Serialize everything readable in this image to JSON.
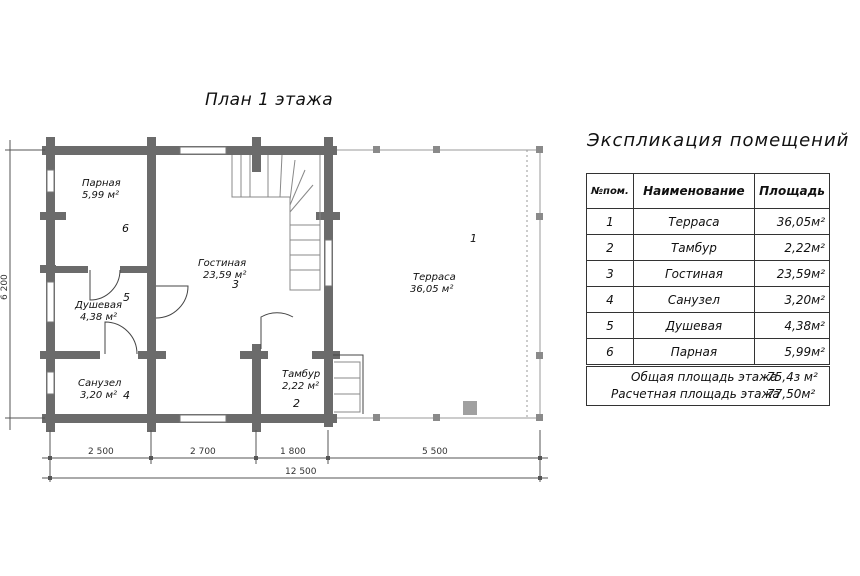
{
  "plan_title": "План 1 этажа",
  "explication": {
    "title": "Экспликация помещений",
    "headers": {
      "num": "№пом.",
      "name": "Наименование",
      "area": "Площадь"
    },
    "rows": [
      {
        "num": "1",
        "name": "Терраса",
        "area": "36,05м²"
      },
      {
        "num": "2",
        "name": "Тамбур",
        "area": "2,22м²"
      },
      {
        "num": "3",
        "name": "Гостиная",
        "area": "23,59м²"
      },
      {
        "num": "4",
        "name": "Санузел",
        "area": "3,20м²"
      },
      {
        "num": "5",
        "name": "Душевая",
        "area": "4,38м²"
      },
      {
        "num": "6",
        "name": "Парная",
        "area": "5,99м²"
      }
    ],
    "total_label": "Общая площадь этажа",
    "total_value": "75,4з м²",
    "calc_label": "Расчетная площадь этажа",
    "calc_value": "77,50м²"
  },
  "rooms": {
    "parnaya": {
      "name": "Парная",
      "area": "5,99 м²",
      "num": "6"
    },
    "dushevaya": {
      "name": "Душевая",
      "area": "4,38 м²",
      "num": "5"
    },
    "sanuzel": {
      "name": "Санузел",
      "area": "3,20 м²",
      "num": "4"
    },
    "gostinaya": {
      "name": "Гостиная",
      "area": "23,59 м²",
      "num": "3"
    },
    "tambur": {
      "name": "Тамбур",
      "area": "2,22 м²",
      "num": "2"
    },
    "terrasa": {
      "name": "Терраса",
      "area": "36,05 м²",
      "num": "1"
    }
  },
  "dimensions": {
    "segments": [
      "2 500",
      "2 700",
      "1 800",
      "5 500"
    ],
    "total_width": "12 500",
    "total_height": "6 200"
  }
}
